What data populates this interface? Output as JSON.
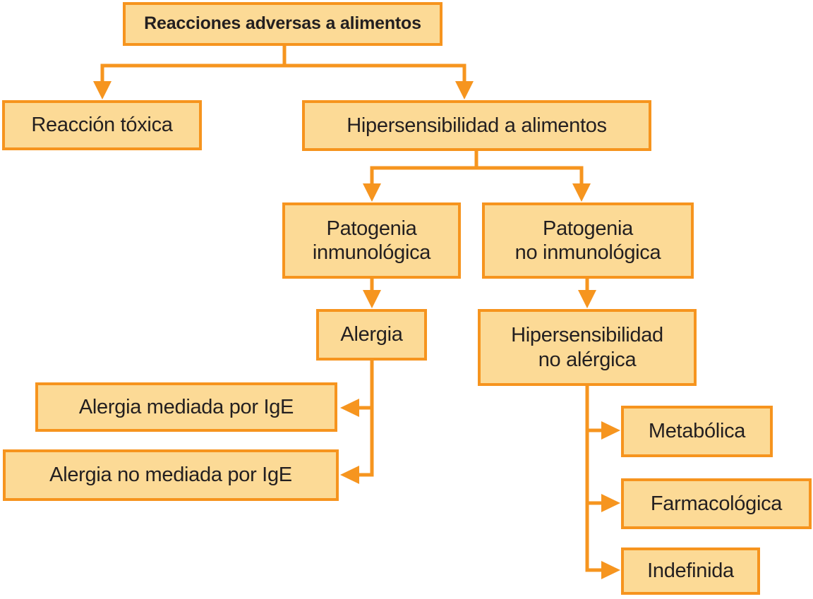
{
  "diagram": {
    "title": "Reacciones adversas a alimentos",
    "colors": {
      "box_fill": "#FCDA96",
      "box_border": "#F6941E",
      "connector": "#F6951F",
      "text": "#231F20",
      "background": "#FFFFFF"
    },
    "nodes": {
      "root": {
        "label": "Reacciones adversas a alimentos"
      },
      "reaccion_toxica": {
        "label": "Reacción tóxica"
      },
      "hipersensibilidad_alimentos": {
        "label": "Hipersensibilidad a alimentos"
      },
      "patogenia_inmunologica": {
        "label": "Patogenia\ninmunológica"
      },
      "patogenia_no_inmunologica": {
        "label": "Patogenia\nno inmunológica"
      },
      "alergia": {
        "label": "Alergia"
      },
      "alergia_mediada_ige": {
        "label": "Alergia mediada por IgE"
      },
      "alergia_no_mediada_ige": {
        "label": "Alergia no mediada por IgE"
      },
      "hipersensibilidad_no_alergica": {
        "label": "Hipersensibilidad\nno alérgica"
      },
      "metabolica": {
        "label": "Metabólica"
      },
      "farmacologica": {
        "label": "Farmacológica"
      },
      "indefinida": {
        "label": "Indefinida"
      }
    },
    "edges": [
      {
        "from": "root",
        "to": "reaccion_toxica"
      },
      {
        "from": "root",
        "to": "hipersensibilidad_alimentos"
      },
      {
        "from": "hipersensibilidad_alimentos",
        "to": "patogenia_inmunologica"
      },
      {
        "from": "hipersensibilidad_alimentos",
        "to": "patogenia_no_inmunologica"
      },
      {
        "from": "patogenia_inmunologica",
        "to": "alergia"
      },
      {
        "from": "alergia",
        "to": "alergia_mediada_ige"
      },
      {
        "from": "alergia",
        "to": "alergia_no_mediada_ige"
      },
      {
        "from": "patogenia_no_inmunologica",
        "to": "hipersensibilidad_no_alergica"
      },
      {
        "from": "hipersensibilidad_no_alergica",
        "to": "metabolica"
      },
      {
        "from": "hipersensibilidad_no_alergica",
        "to": "farmacologica"
      },
      {
        "from": "hipersensibilidad_no_alergica",
        "to": "indefinida"
      }
    ]
  }
}
